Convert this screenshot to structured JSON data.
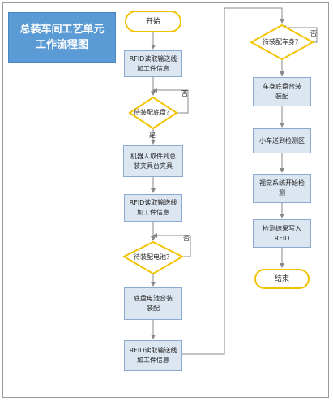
{
  "title": {
    "line1": "总装车间工艺单元",
    "line2": "工作流程图"
  },
  "nodes": {
    "start": "开始",
    "rfid1": "RFID读取输送线\n加工件信息",
    "dec_chassis": "待装配底盘？",
    "robot": "机器人取件到总\n装夹具台夹具",
    "rfid2": "RFID读取输送线\n加工件信息",
    "dec_battery": "待装配电池？",
    "assemble_battery": "底盘电池合装\n装配",
    "rfid3": "RFID读取输送线\n加工件信息",
    "dec_body": "待装配车身？",
    "assemble_body": "车身底盘合装\n装配",
    "to_inspect": "小车送到检测区",
    "vision": "视觉系统开始检\n测",
    "write_rfid": "检测结果写入\nRFID",
    "end": "结束"
  },
  "edge_labels": {
    "yes": "是",
    "no": "否"
  },
  "colors": {
    "title_bg": "#5b9bd5",
    "process_fill": "#dce6f1",
    "process_border": "#8caad0",
    "decision_border": "#f2c300",
    "line": "#888888"
  }
}
